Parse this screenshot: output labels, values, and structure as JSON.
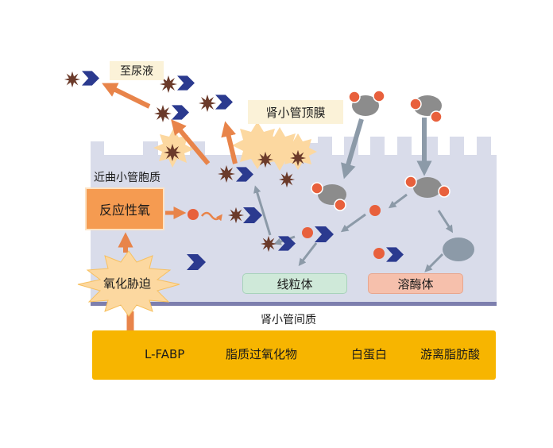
{
  "labels": {
    "urine": "至尿液",
    "apical_membrane": "肾小管顶膜",
    "cytoplasm": "近曲小管胞质",
    "ros": "反应性氧",
    "oxidative_stress": "氧化胁迫",
    "mitochondria": "线粒体",
    "lysosome": "溶酶体",
    "interstitium": "肾小管间质"
  },
  "legend": {
    "lfabp": "L-FABP",
    "lipid_peroxide": "脂质过氧化物",
    "albumin": "白蛋白",
    "ffa": "游离脂肪酸"
  },
  "colors": {
    "cell": "#d9dcea",
    "basement": "#7d7fae",
    "lfabp": "#2b3a8f",
    "peroxide": "#6b3a2a",
    "albumin": "#8c8c8c",
    "ffa": "#e8603c",
    "arrow_orange": "#e8844a",
    "arrow_gray": "#8c9aa8",
    "ros_box": "#f59b51",
    "mito_box": "#cfe9d9",
    "lyso_box": "#f6c0ac",
    "legend_bg": "#f7b500",
    "burst": "#fcd8a0"
  }
}
